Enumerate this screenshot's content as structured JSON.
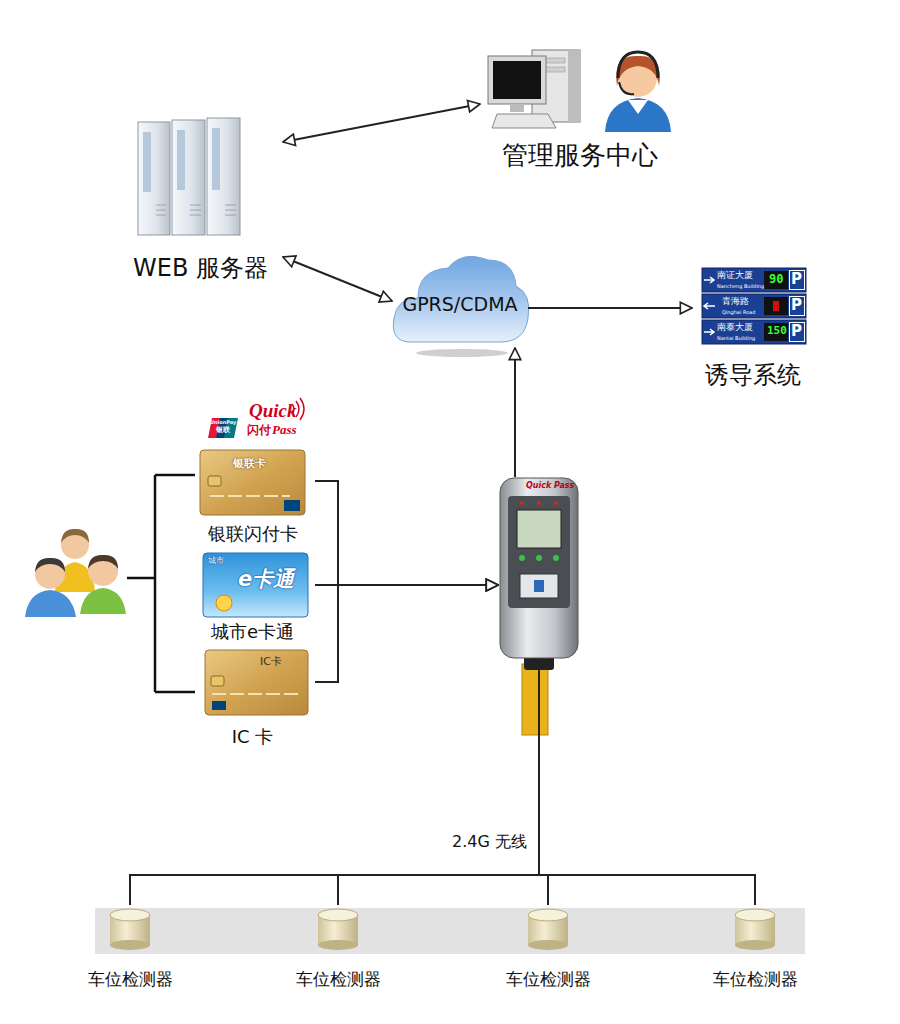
{
  "diagram": {
    "nodes": [
      {
        "text": [
          "管理服务中心"
        ]
      },
      {
        "text": [
          "WEB 服务器"
        ]
      },
      {
        "text": [
          "GPRS/CDMA"
        ]
      },
      {
        "text": [
          "诱导系统"
        ]
      },
      {
        "text": [
          "银联卡",
          "银联闪付卡"
        ]
      },
      {
        "text": [
          "城市",
          "e卡通",
          "城市e卡通"
        ]
      },
      {
        "text": [
          "IC卡",
          "IC 卡"
        ]
      },
      {
        "text": [
          "Quick Pass"
        ]
      },
      {
        "text": [
          "车位检测器"
        ]
      },
      {
        "text": [
          "车位检测器"
        ]
      },
      {
        "text": [
          "车位检测器"
        ]
      },
      {
        "text": [
          "车位检测器"
        ]
      }
    ],
    "edges": [
      {
        "from": 1,
        "to": 0,
        "arrow": "both"
      },
      {
        "from": 1,
        "to": 2,
        "arrow": "both"
      },
      {
        "from": 2,
        "to": 3,
        "arrow": "to"
      },
      {
        "from": 7,
        "to": 2,
        "arrow": "to"
      },
      {
        "from": 4,
        "to": 7,
        "arrow": "to"
      },
      {
        "from": 5,
        "to": 7,
        "arrow": "to"
      },
      {
        "from": 6,
        "to": 7,
        "arrow": "to"
      },
      {
        "from": 7,
        "to": 8,
        "label": "2.4G 无线",
        "arrow": "none"
      },
      {
        "from": 7,
        "to": 9,
        "arrow": "none"
      },
      {
        "from": 7,
        "to": 10,
        "arrow": "none"
      },
      {
        "from": 7,
        "to": 11,
        "arrow": "none"
      }
    ],
    "labels": [
      "南证大厦",
      "90",
      "P",
      "Nancheng Building",
      "青海路",
      "P",
      "Qinghai Road",
      "南泰大厦",
      "150",
      "P",
      "Nantai Building",
      "UnionPay",
      "银联",
      "Quick",
      "闪付",
      "Pass"
    ]
  }
}
